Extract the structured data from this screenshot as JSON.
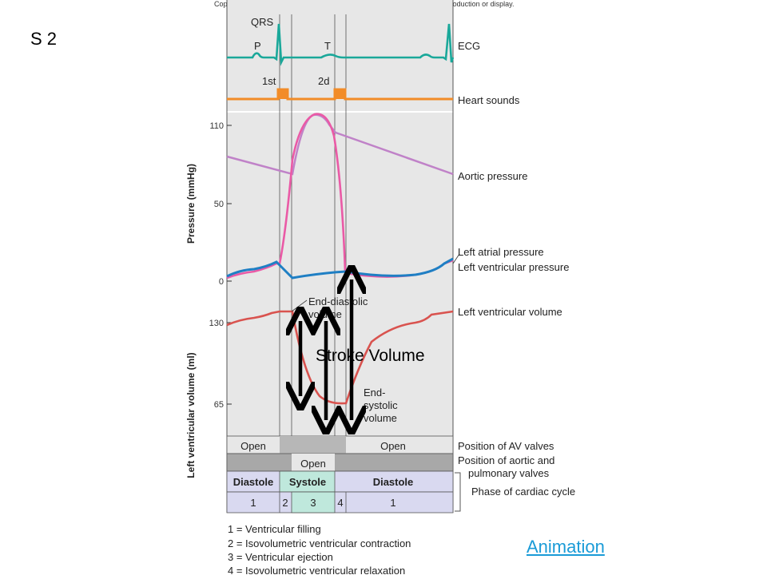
{
  "slide_label": "S 2",
  "copyright": "Copyright © The McGraw-Hill Companies, Inc. Permission required for reproduction or display.",
  "waves": {
    "qrs": "QRS",
    "p": "P",
    "t": "T",
    "sound1": "1st",
    "sound2": "2d"
  },
  "axes": {
    "pressure_label": "Pressure (mmHg)",
    "volume_label": "Left ventricular volume (ml)",
    "pressure_ticks": [
      "110",
      "50",
      "0"
    ],
    "volume_ticks": [
      "130",
      "65"
    ]
  },
  "legend": {
    "ecg": "ECG",
    "heart_sounds": "Heart sounds",
    "aortic_pressure": "Aortic pressure",
    "left_atrial_pressure": "Left atrial pressure",
    "left_ventricular_pressure": "Left ventricular pressure",
    "left_ventricular_volume": "Left ventricular volume",
    "av_valves": "Position of AV valves",
    "aortic_valves_1": "Position of aortic and",
    "aortic_valves_2": "pulmonary valves",
    "phase": "Phase of cardiac cycle"
  },
  "annotations": {
    "end_diastolic_1": "End-diastolic",
    "end_diastolic_2": "volume",
    "end_systolic_1": "End-",
    "end_systolic_2": "systolic",
    "end_systolic_3": "volume",
    "stroke_volume": "Stroke Volume"
  },
  "rows": {
    "av_left": "Open",
    "av_right": "Open",
    "semilunar": "Open",
    "diastole_left": "Diastole",
    "systole": "Systole",
    "diastole_right": "Diastole",
    "phase_1a": "1",
    "phase_2": "2",
    "phase_3": "3",
    "phase_4": "4",
    "phase_1b": "1"
  },
  "key": [
    "1 = Ventricular filling",
    "2 = Isovolumetric ventricular contraction",
    "3 = Ventricular ejection",
    "4 = Isovolumetric ventricular relaxation"
  ],
  "animation_link": "Animation",
  "colors": {
    "ecg": "#1aa89a",
    "heart_sounds": "#f28c28",
    "aortic": "#c082c8",
    "atrial": "#1f7fc4",
    "ventricular": "#ea5aa6",
    "volume": "#d9534f",
    "panel": "#e7e7e7",
    "systole_cell": "#bfe8dc",
    "phase_cell": "#d9d9f0"
  }
}
